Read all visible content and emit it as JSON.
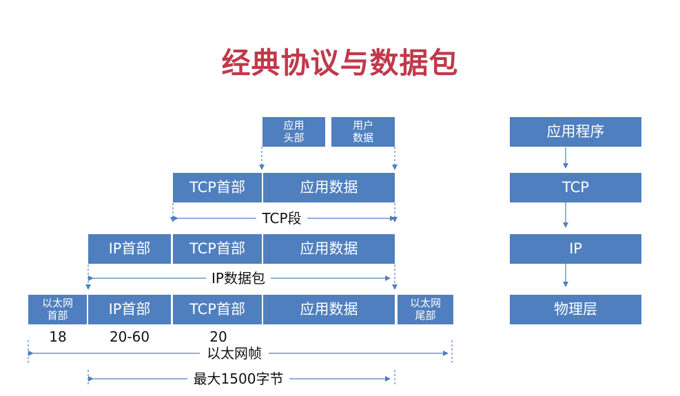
{
  "title": "经典协议与数据包",
  "layers": {
    "app_header": "应用\n头部",
    "user_data": "用户\n数据",
    "tcp_header": "TCP首部",
    "app_data": "应用数据",
    "ip_header": "IP首部",
    "eth_header": "以太网\n首部",
    "eth_trailer": "以太网\n尾部"
  },
  "labels": {
    "tcp_segment": "TCP段",
    "ip_packet": "IP数据包",
    "eth_frame": "以太网帧",
    "max_bytes": "最大1500字节"
  },
  "sizes": {
    "eth_header": "18",
    "ip_header": "20-60",
    "tcp_header": "20"
  },
  "stack": [
    "应用程序",
    "TCP",
    "IP",
    "物理层"
  ],
  "colors": {
    "box": "#4f7fbe",
    "title": "#c0394b",
    "line": "#4f7fbe"
  }
}
